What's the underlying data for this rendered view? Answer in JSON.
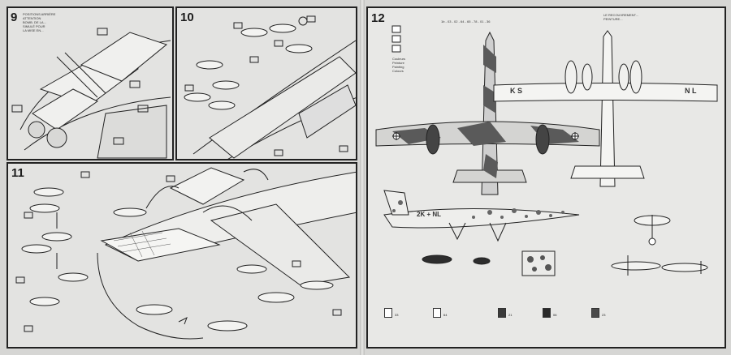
{
  "steps": {
    "s9": "9",
    "s10": "10",
    "s11": "11",
    "s12": "12"
  },
  "texts": {
    "s9_notes": "POSITIONS ARRIÈRE\nATTENTION\nBOMB. DE LA...\nSIMULÉ POUR\nLA MISE EN...",
    "s12_left_notes": "Couleurs\nPeinture\nPainting\nColours",
    "s12_right_notes": "LE RECOUVREMENT...\nPEINTURE...",
    "s12_serial": "1b - 03 - 02 - 64 - 65 - 78 - 01 - 36",
    "fus_code": "2K + NL",
    "wing_left_code": "K S",
    "wing_right_code": "N L"
  },
  "swatches": [
    {
      "label": "33",
      "color": "#ffffff"
    },
    {
      "label": "64",
      "color": "#ffffff"
    },
    {
      "label": "21",
      "color": "#3a3a3a"
    },
    {
      "label": "06",
      "color": "#2a2a2a"
    },
    {
      "label": "23",
      "color": "#4a4a4a"
    }
  ],
  "colors": {
    "ink": "#1d1d1d",
    "paper": "#e3e3e1",
    "camo_dark": "#5a5a5a",
    "camo_light": "#cfcfcf"
  }
}
